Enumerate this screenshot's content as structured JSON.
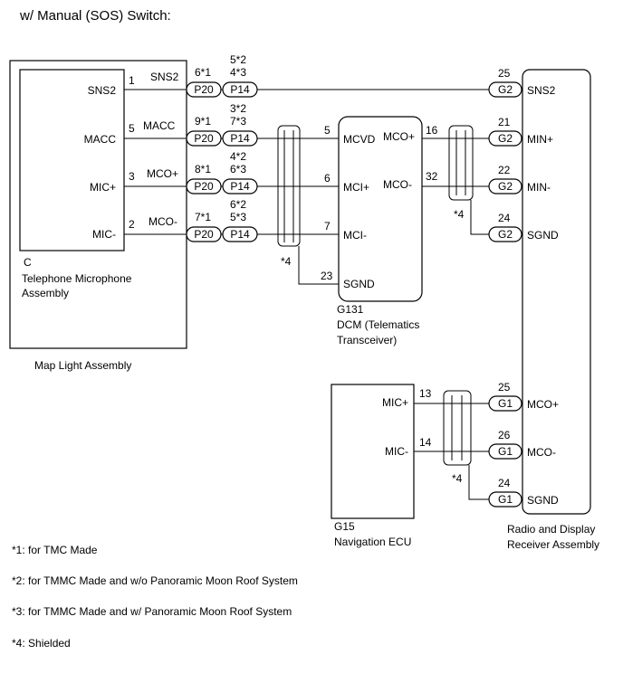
{
  "title": "w/ Manual (SOS) Switch:",
  "components": {
    "map_light": {
      "name": "Map Light Assembly"
    },
    "telephone_mic": {
      "code": "C",
      "name_line1": "Telephone Microphone",
      "name_line2": "Assembly",
      "pins": [
        {
          "label": "SNS2",
          "num": "1",
          "wire": "SNS2"
        },
        {
          "label": "MACC",
          "num": "5",
          "wire": "MACC"
        },
        {
          "label": "MIC+",
          "num": "3",
          "wire": "MCO+"
        },
        {
          "label": "MIC-",
          "num": "2",
          "wire": "MCO-"
        }
      ]
    },
    "dcm": {
      "code": "G131",
      "name_line1": "DCM (Telematics",
      "name_line2": "Transceiver)",
      "left_pins": [
        {
          "label": "MCVD",
          "num": "5"
        },
        {
          "label": "MCI+",
          "num": "6"
        },
        {
          "label": "MCI-",
          "num": "7"
        },
        {
          "label": "SGND",
          "num": "23"
        }
      ],
      "right_pins": [
        {
          "label": "MCO+",
          "num": "16"
        },
        {
          "label": "MCO-",
          "num": "32"
        }
      ]
    },
    "nav_ecu": {
      "code": "G15",
      "name": "Navigation ECU",
      "pins": [
        {
          "label": "MIC+",
          "num": "13"
        },
        {
          "label": "MIC-",
          "num": "14"
        }
      ]
    },
    "radio": {
      "name_line1": "Radio and Display",
      "name_line2": "Receiver Assembly",
      "pins_g2": [
        {
          "conn": "G2",
          "num": "25",
          "label": "SNS2"
        },
        {
          "conn": "G2",
          "num": "21",
          "label": "MIN+"
        },
        {
          "conn": "G2",
          "num": "22",
          "label": "MIN-"
        },
        {
          "conn": "G2",
          "num": "24",
          "label": "SGND"
        }
      ],
      "pins_g1": [
        {
          "conn": "G1",
          "num": "25",
          "label": "MCO+"
        },
        {
          "conn": "G1",
          "num": "26",
          "label": "MCO-"
        },
        {
          "conn": "G1",
          "num": "24",
          "label": "SGND"
        }
      ]
    }
  },
  "junctions": [
    {
      "p20": "P20",
      "p20_pin": "6*1",
      "p14": "P14",
      "p14_pin_top": "5*2",
      "p14_pin_bottom": "4*3"
    },
    {
      "p20": "P20",
      "p20_pin": "9*1",
      "p14": "P14",
      "p14_pin_top": "3*2",
      "p14_pin_bottom": "7*3"
    },
    {
      "p20": "P20",
      "p20_pin": "8*1",
      "p14": "P14",
      "p14_pin_top": "4*2",
      "p14_pin_bottom": "6*3"
    },
    {
      "p20": "P20",
      "p20_pin": "7*1",
      "p14": "P14",
      "p14_pin_top": "6*2",
      "p14_pin_bottom": "5*3"
    }
  ],
  "shield_label": "*4",
  "notes": [
    "*1: for TMC Made",
    "*2: for TMMC Made and w/o Panoramic Moon Roof System",
    "*3: for TMMC Made and w/ Panoramic Moon Roof System",
    "*4: Shielded"
  ]
}
